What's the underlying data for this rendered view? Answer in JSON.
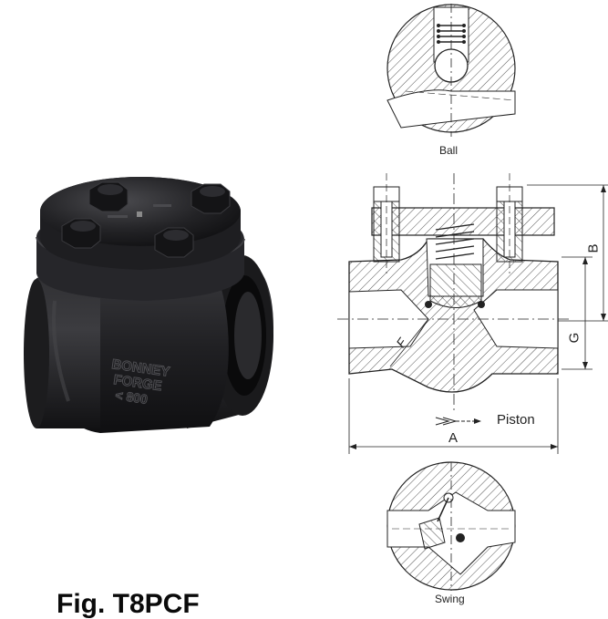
{
  "figure": {
    "title": "Fig. T8PCF",
    "photo_caption": "BONNEY FORGE",
    "photo_marking": "< 800",
    "labels": {
      "ball": "Ball",
      "swing": "Swing",
      "piston": "Piston",
      "dim_a": "A",
      "dim_b": "B",
      "dim_f": "F",
      "dim_g": "G"
    }
  },
  "colors": {
    "valve_body": "#1e1e20",
    "line": "#222222",
    "hatch": "#555555",
    "background": "#ffffff"
  }
}
